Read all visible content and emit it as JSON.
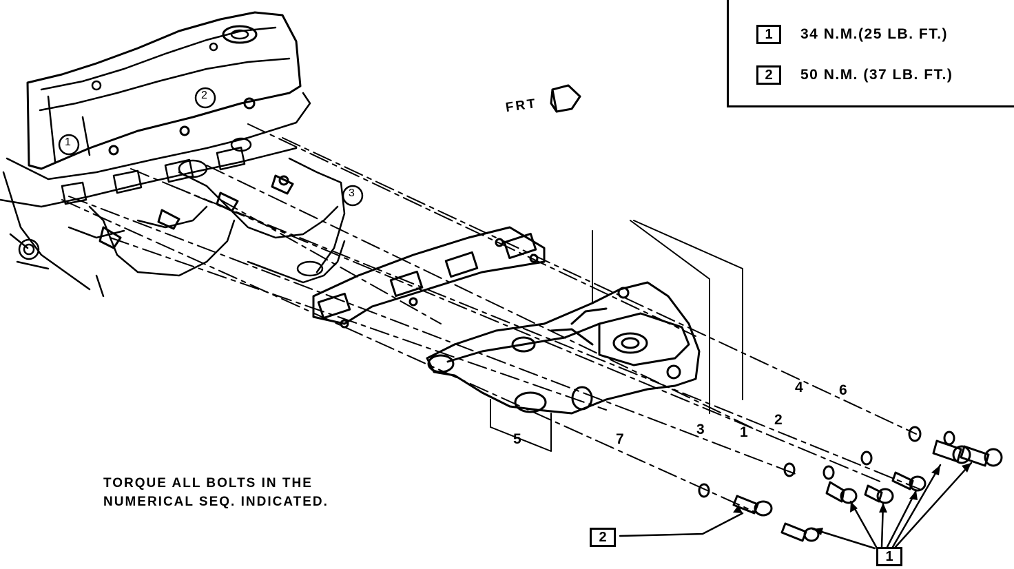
{
  "legend": {
    "items": [
      {
        "badge": "1",
        "value": "34 N.M.(25 LB. FT.)"
      },
      {
        "badge": "2",
        "value": "50 N.M. (37 LB. FT.)"
      }
    ]
  },
  "front_label": "FRT",
  "note": {
    "line1": "TORQUE ALL BOLTS IN THE",
    "line2": "NUMERICAL SEQ. INDICATED."
  },
  "callouts": {
    "torque_1": "1",
    "torque_2": "2"
  },
  "sequence_numbers": [
    "1",
    "2",
    "3",
    "4",
    "5",
    "6",
    "7"
  ],
  "cylinder_labels": [
    "1",
    "2",
    "3"
  ]
}
